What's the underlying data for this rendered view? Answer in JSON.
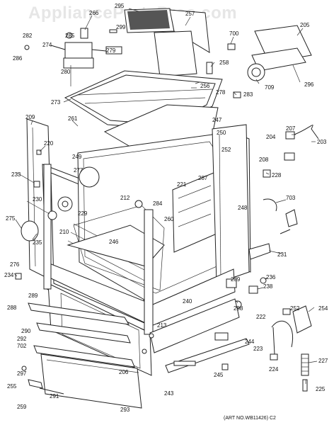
{
  "watermark": "AppliancePartsPros.com",
  "art_no": "(ART NO.WB11426) C2",
  "labels": [
    "295",
    "257",
    "266",
    "282",
    "285",
    "299",
    "700",
    "205",
    "274",
    "279",
    "286",
    "280",
    "258",
    "709",
    "296",
    "283",
    "256",
    "278",
    "273",
    "247",
    "261",
    "209",
    "250",
    "204",
    "207",
    "203",
    "220",
    "252",
    "249",
    "208",
    "277",
    "221",
    "228",
    "233",
    "287",
    "212",
    "284",
    "230",
    "229",
    "703",
    "260",
    "248",
    "246",
    "210",
    "275",
    "235",
    "231",
    "276",
    "236",
    "234",
    "239",
    "238",
    "289",
    "298",
    "222",
    "240",
    "288",
    "252",
    "254",
    "290",
    "292",
    "702",
    "213",
    "244",
    "223",
    "297",
    "206",
    "245",
    "224",
    "227",
    "255",
    "291",
    "259",
    "293",
    "243",
    "225"
  ]
}
